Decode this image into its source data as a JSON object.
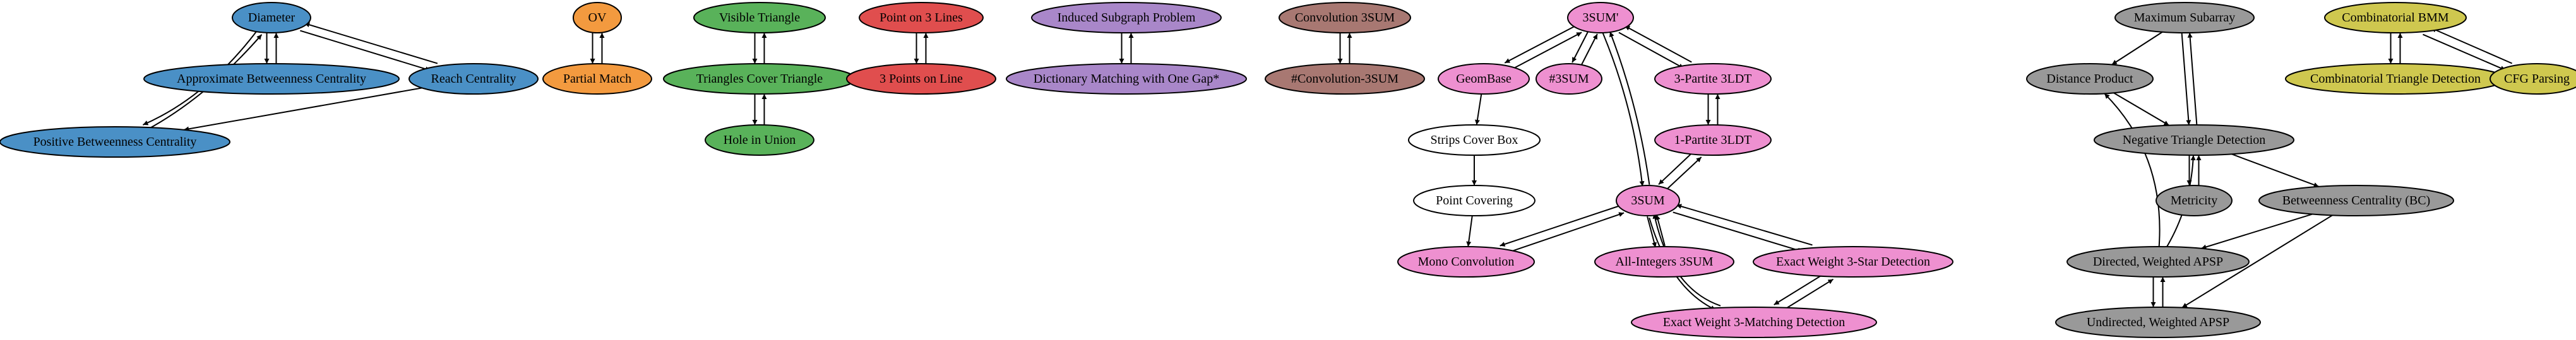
{
  "colors": {
    "blue": "#4a90c6",
    "orange": "#f39a3f",
    "green": "#59b25a",
    "red": "#e04e4e",
    "purple": "#a987c9",
    "brown": "#a87872",
    "pink": "#ee90d0",
    "white": "#ffffff",
    "gray": "#999999",
    "olive": "#cfc84f"
  },
  "nodes": [
    {
      "id": "diameter",
      "label": "Diameter",
      "color": "blue"
    },
    {
      "id": "abc",
      "label": "Approximate Betweenness Centrality",
      "color": "blue"
    },
    {
      "id": "reach",
      "label": "Reach Centrality",
      "color": "blue"
    },
    {
      "id": "pbc",
      "label": "Positive Betweenness Centrality",
      "color": "blue"
    },
    {
      "id": "ov",
      "label": "OV",
      "color": "orange"
    },
    {
      "id": "partial",
      "label": "Partial Match",
      "color": "orange"
    },
    {
      "id": "visible",
      "label": "Visible Triangle",
      "color": "green"
    },
    {
      "id": "tct",
      "label": "Triangles Cover Triangle",
      "color": "green"
    },
    {
      "id": "hole",
      "label": "Hole in Union",
      "color": "green"
    },
    {
      "id": "p3l",
      "label": "Point on 3 Lines",
      "color": "red"
    },
    {
      "id": "3pl",
      "label": "3 Points on Line",
      "color": "red"
    },
    {
      "id": "isp",
      "label": "Induced Subgraph Problem",
      "color": "purple"
    },
    {
      "id": "dm1g",
      "label": "Dictionary Matching with One Gap*",
      "color": "purple"
    },
    {
      "id": "conv3sum",
      "label": "Convolution 3SUM",
      "color": "brown"
    },
    {
      "id": "hconv3sum",
      "label": "#Convolution-3SUM",
      "color": "brown"
    },
    {
      "id": "3sumprime",
      "label": "3SUM'",
      "color": "pink"
    },
    {
      "id": "geombase",
      "label": "GeomBase",
      "color": "pink"
    },
    {
      "id": "h3sum",
      "label": "#3SUM",
      "color": "pink"
    },
    {
      "id": "3p3ldt",
      "label": "3-Partite 3LDT",
      "color": "pink"
    },
    {
      "id": "1p3ldt",
      "label": "1-Partite 3LDT",
      "color": "pink"
    },
    {
      "id": "strips",
      "label": "Strips Cover Box",
      "color": "white"
    },
    {
      "id": "pointcov",
      "label": "Point Covering",
      "color": "white"
    },
    {
      "id": "3sum",
      "label": "3SUM",
      "color": "pink"
    },
    {
      "id": "monoconv",
      "label": "Mono Convolution",
      "color": "pink"
    },
    {
      "id": "allint",
      "label": "All-Integers 3SUM",
      "color": "pink"
    },
    {
      "id": "ew3star",
      "label": "Exact Weight 3-Star Detection",
      "color": "pink"
    },
    {
      "id": "ew3match",
      "label": "Exact Weight 3-Matching Detection",
      "color": "pink"
    },
    {
      "id": "maxsub",
      "label": "Maximum Subarray",
      "color": "gray"
    },
    {
      "id": "distprod",
      "label": "Distance Product",
      "color": "gray"
    },
    {
      "id": "ntd",
      "label": "Negative Triangle Detection",
      "color": "gray"
    },
    {
      "id": "metricity",
      "label": "Metricity",
      "color": "gray"
    },
    {
      "id": "bc",
      "label": "Betweenness Centrality (BC)",
      "color": "gray"
    },
    {
      "id": "dwapsp",
      "label": "Directed, Weighted APSP",
      "color": "gray"
    },
    {
      "id": "uwapsp",
      "label": "Undirected, Weighted APSP",
      "color": "gray"
    },
    {
      "id": "cbmm",
      "label": "Combinatorial BMM",
      "color": "olive"
    },
    {
      "id": "ctd",
      "label": "Combinatorial Triangle Detection",
      "color": "olive"
    },
    {
      "id": "cfg",
      "label": "CFG Parsing",
      "color": "olive"
    }
  ],
  "edges": [
    {
      "from": "diameter",
      "to": "abc"
    },
    {
      "from": "abc",
      "to": "diameter"
    },
    {
      "from": "diameter",
      "to": "reach"
    },
    {
      "from": "reach",
      "to": "diameter"
    },
    {
      "from": "diameter",
      "to": "pbc"
    },
    {
      "from": "pbc",
      "to": "diameter"
    },
    {
      "from": "reach",
      "to": "pbc"
    },
    {
      "from": "ov",
      "to": "partial"
    },
    {
      "from": "partial",
      "to": "ov"
    },
    {
      "from": "visible",
      "to": "tct"
    },
    {
      "from": "tct",
      "to": "visible"
    },
    {
      "from": "tct",
      "to": "hole"
    },
    {
      "from": "hole",
      "to": "tct"
    },
    {
      "from": "p3l",
      "to": "3pl"
    },
    {
      "from": "3pl",
      "to": "p3l"
    },
    {
      "from": "isp",
      "to": "dm1g"
    },
    {
      "from": "dm1g",
      "to": "isp"
    },
    {
      "from": "conv3sum",
      "to": "hconv3sum"
    },
    {
      "from": "hconv3sum",
      "to": "conv3sum"
    },
    {
      "from": "3sumprime",
      "to": "geombase"
    },
    {
      "from": "geombase",
      "to": "3sumprime"
    },
    {
      "from": "3sumprime",
      "to": "h3sum"
    },
    {
      "from": "h3sum",
      "to": "3sumprime"
    },
    {
      "from": "3sumprime",
      "to": "3p3ldt"
    },
    {
      "from": "3p3ldt",
      "to": "3sumprime"
    },
    {
      "from": "3p3ldt",
      "to": "1p3ldt"
    },
    {
      "from": "1p3ldt",
      "to": "3p3ldt"
    },
    {
      "from": "1p3ldt",
      "to": "3sum"
    },
    {
      "from": "3sum",
      "to": "1p3ldt"
    },
    {
      "from": "3sumprime",
      "to": "3sum"
    },
    {
      "from": "3sum",
      "to": "3sumprime"
    },
    {
      "from": "geombase",
      "to": "strips"
    },
    {
      "from": "strips",
      "to": "pointcov"
    },
    {
      "from": "pointcov",
      "to": "monoconv"
    },
    {
      "from": "3sum",
      "to": "monoconv"
    },
    {
      "from": "monoconv",
      "to": "3sum"
    },
    {
      "from": "3sum",
      "to": "allint"
    },
    {
      "from": "allint",
      "to": "3sum"
    },
    {
      "from": "3sum",
      "to": "ew3star"
    },
    {
      "from": "ew3star",
      "to": "3sum"
    },
    {
      "from": "3sum",
      "to": "ew3match"
    },
    {
      "from": "ew3match",
      "to": "3sum"
    },
    {
      "from": "ew3star",
      "to": "ew3match"
    },
    {
      "from": "ew3match",
      "to": "ew3star"
    },
    {
      "from": "maxsub",
      "to": "distprod"
    },
    {
      "from": "maxsub",
      "to": "ntd"
    },
    {
      "from": "ntd",
      "to": "maxsub"
    },
    {
      "from": "distprod",
      "to": "ntd"
    },
    {
      "from": "ntd",
      "to": "metricity"
    },
    {
      "from": "metricity",
      "to": "ntd"
    },
    {
      "from": "ntd",
      "to": "bc"
    },
    {
      "from": "bc",
      "to": "dwapsp"
    },
    {
      "from": "bc",
      "to": "uwapsp"
    },
    {
      "from": "dwapsp",
      "to": "distprod"
    },
    {
      "from": "dwapsp",
      "to": "ntd"
    },
    {
      "from": "dwapsp",
      "to": "uwapsp"
    },
    {
      "from": "uwapsp",
      "to": "dwapsp"
    },
    {
      "from": "cbmm",
      "to": "ctd"
    },
    {
      "from": "ctd",
      "to": "cbmm"
    },
    {
      "from": "cbmm",
      "to": "cfg"
    },
    {
      "from": "cfg",
      "to": "cbmm"
    }
  ]
}
